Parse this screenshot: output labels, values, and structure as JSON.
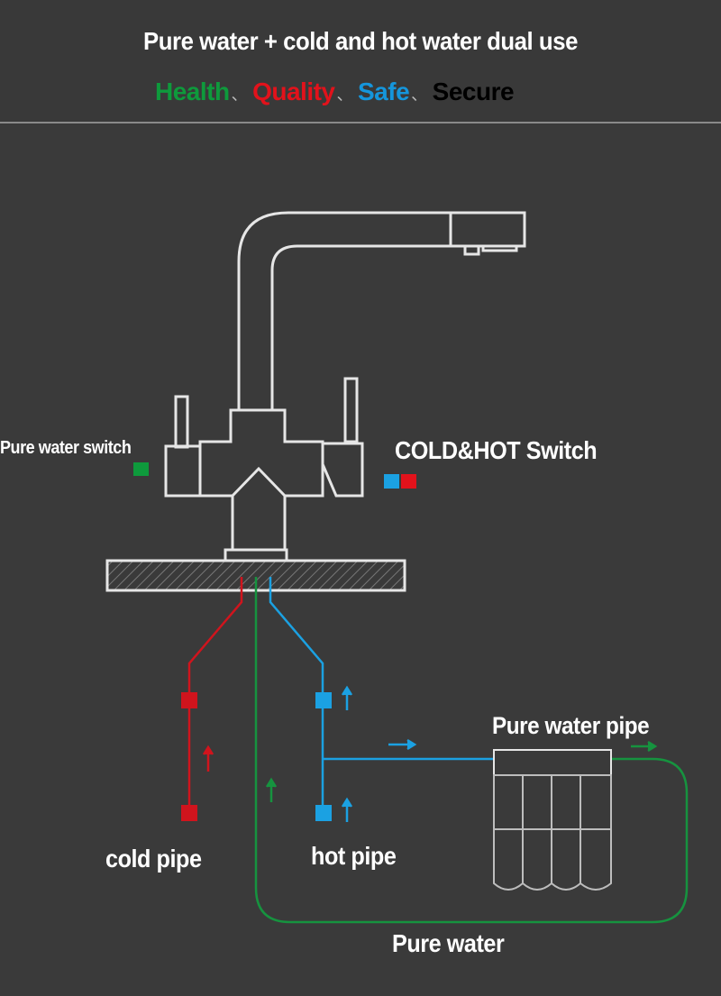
{
  "header": {
    "title": "Pure water + cold and hot water dual use",
    "tags": [
      {
        "text": "Health",
        "color": "#0e9a3c"
      },
      {
        "text": "Quality",
        "color": "#e2121b"
      },
      {
        "text": "Safe",
        "color": "#1596dc"
      },
      {
        "text": "Secure",
        "color": "#000000"
      }
    ],
    "separator": "、"
  },
  "labels": {
    "pure_water_switch": "Pure water  switch",
    "cold_hot_switch": "COLD&HOT Switch",
    "cold_pipe": "cold pipe",
    "hot_pipe": "hot pipe",
    "pure_water_pipe": "Pure water  pipe",
    "pure_water": "Pure water"
  },
  "colors": {
    "background": "#3a3a3a",
    "outline": "#e6e6e6",
    "cold_line": "#d0141d",
    "hot_line": "#1ba1e2",
    "pure_line": "#16933f"
  }
}
